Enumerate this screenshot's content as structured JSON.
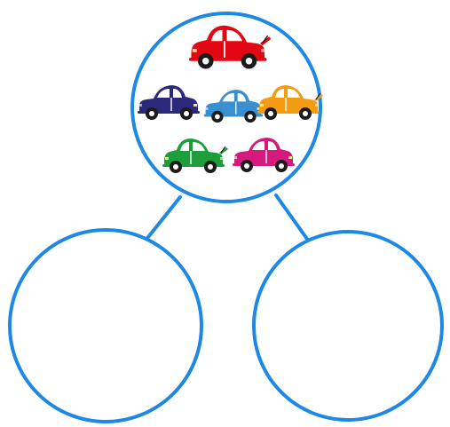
{
  "diagram": {
    "type": "part-part-whole",
    "line_color": "#1e88e5",
    "whole": {
      "cars": [
        {
          "name": "red-car",
          "color": "#e30613",
          "spoiler": true
        },
        {
          "name": "navy-car",
          "color": "#2b2a7a",
          "spoiler": false
        },
        {
          "name": "light-blue-car",
          "color": "#3a8fd0",
          "spoiler": false
        },
        {
          "name": "orange-car",
          "color": "#f39c12",
          "spoiler": true
        },
        {
          "name": "green-car",
          "color": "#1e9e3a",
          "spoiler": true
        },
        {
          "name": "magenta-car",
          "color": "#d6197c",
          "spoiler": false
        }
      ]
    },
    "parts": [
      {
        "name": "left-part",
        "contents": []
      },
      {
        "name": "right-part",
        "contents": []
      }
    ]
  }
}
